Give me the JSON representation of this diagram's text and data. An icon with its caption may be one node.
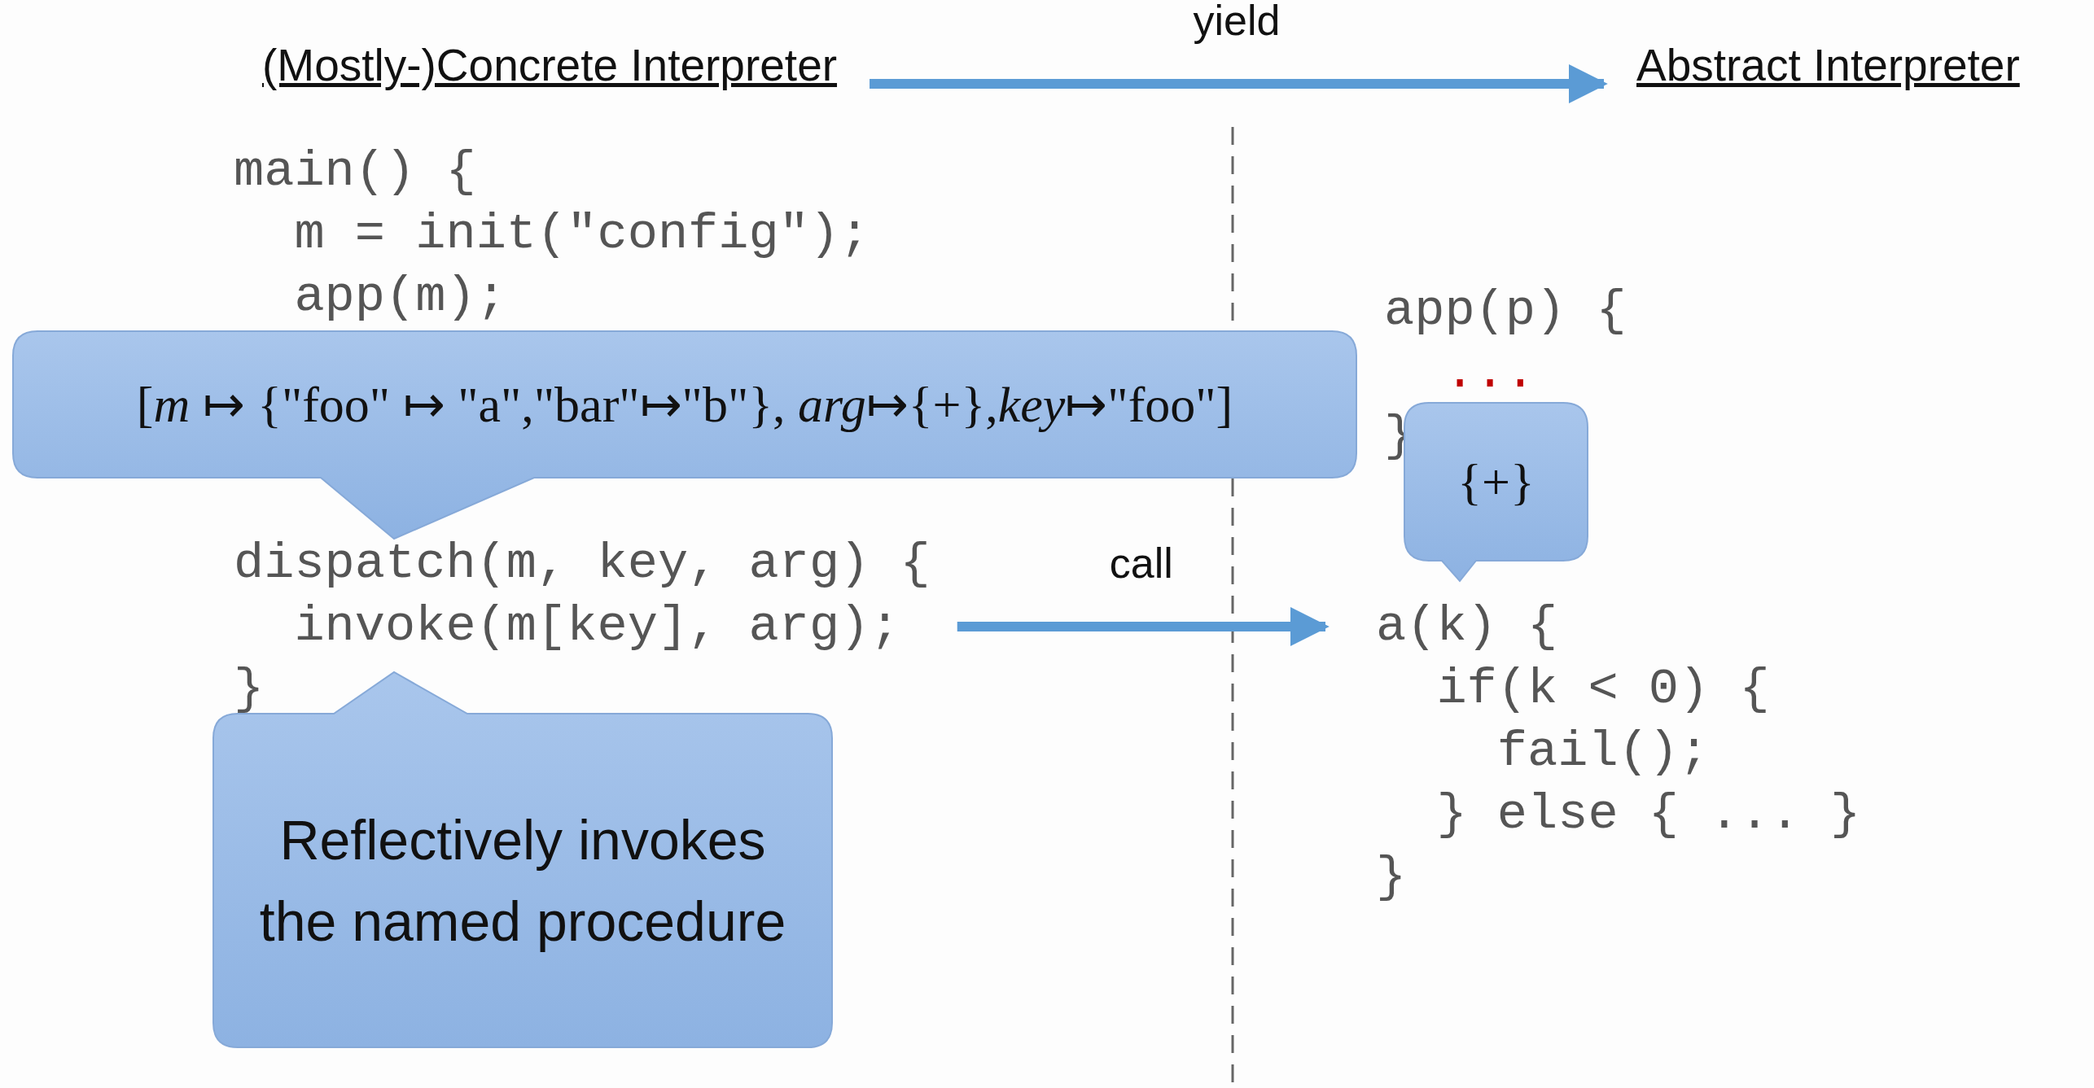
{
  "diagram": {
    "nodes": [
      {
        "text": [
          "(Mostly-)Concrete Interpreter"
        ]
      },
      {
        "text": [
          "Abstract Interpreter"
        ]
      },
      {
        "text": [
          "main() {",
          "m = init(\"config\");",
          "app(m);"
        ]
      },
      {
        "text": [
          "[*m* ↦ {\"foo\" ↦ \"a\",\"bar\"↦\"b\"}, *arg*↦{+},*key*↦\"foo\"]"
        ]
      },
      {
        "text": [
          "app(p) {",
          "...",
          "}"
        ]
      },
      {
        "text": [
          "{+}"
        ]
      },
      {
        "text": [
          "dispatch(m, key, arg) {",
          "invoke(m[key], arg);",
          "}"
        ]
      },
      {
        "text": [
          "Reflectively invokes the named procedure"
        ]
      },
      {
        "text": [
          "a(k) {",
          "if(k < 0) {",
          "fail();",
          "} else { ... }",
          "}"
        ]
      }
    ],
    "edges": [
      {
        "from": 0,
        "to": 1,
        "arrow": "to",
        "label": "yield"
      },
      {
        "from": 6,
        "to": 8,
        "arrow": "to",
        "label": "call"
      }
    ]
  }
}
